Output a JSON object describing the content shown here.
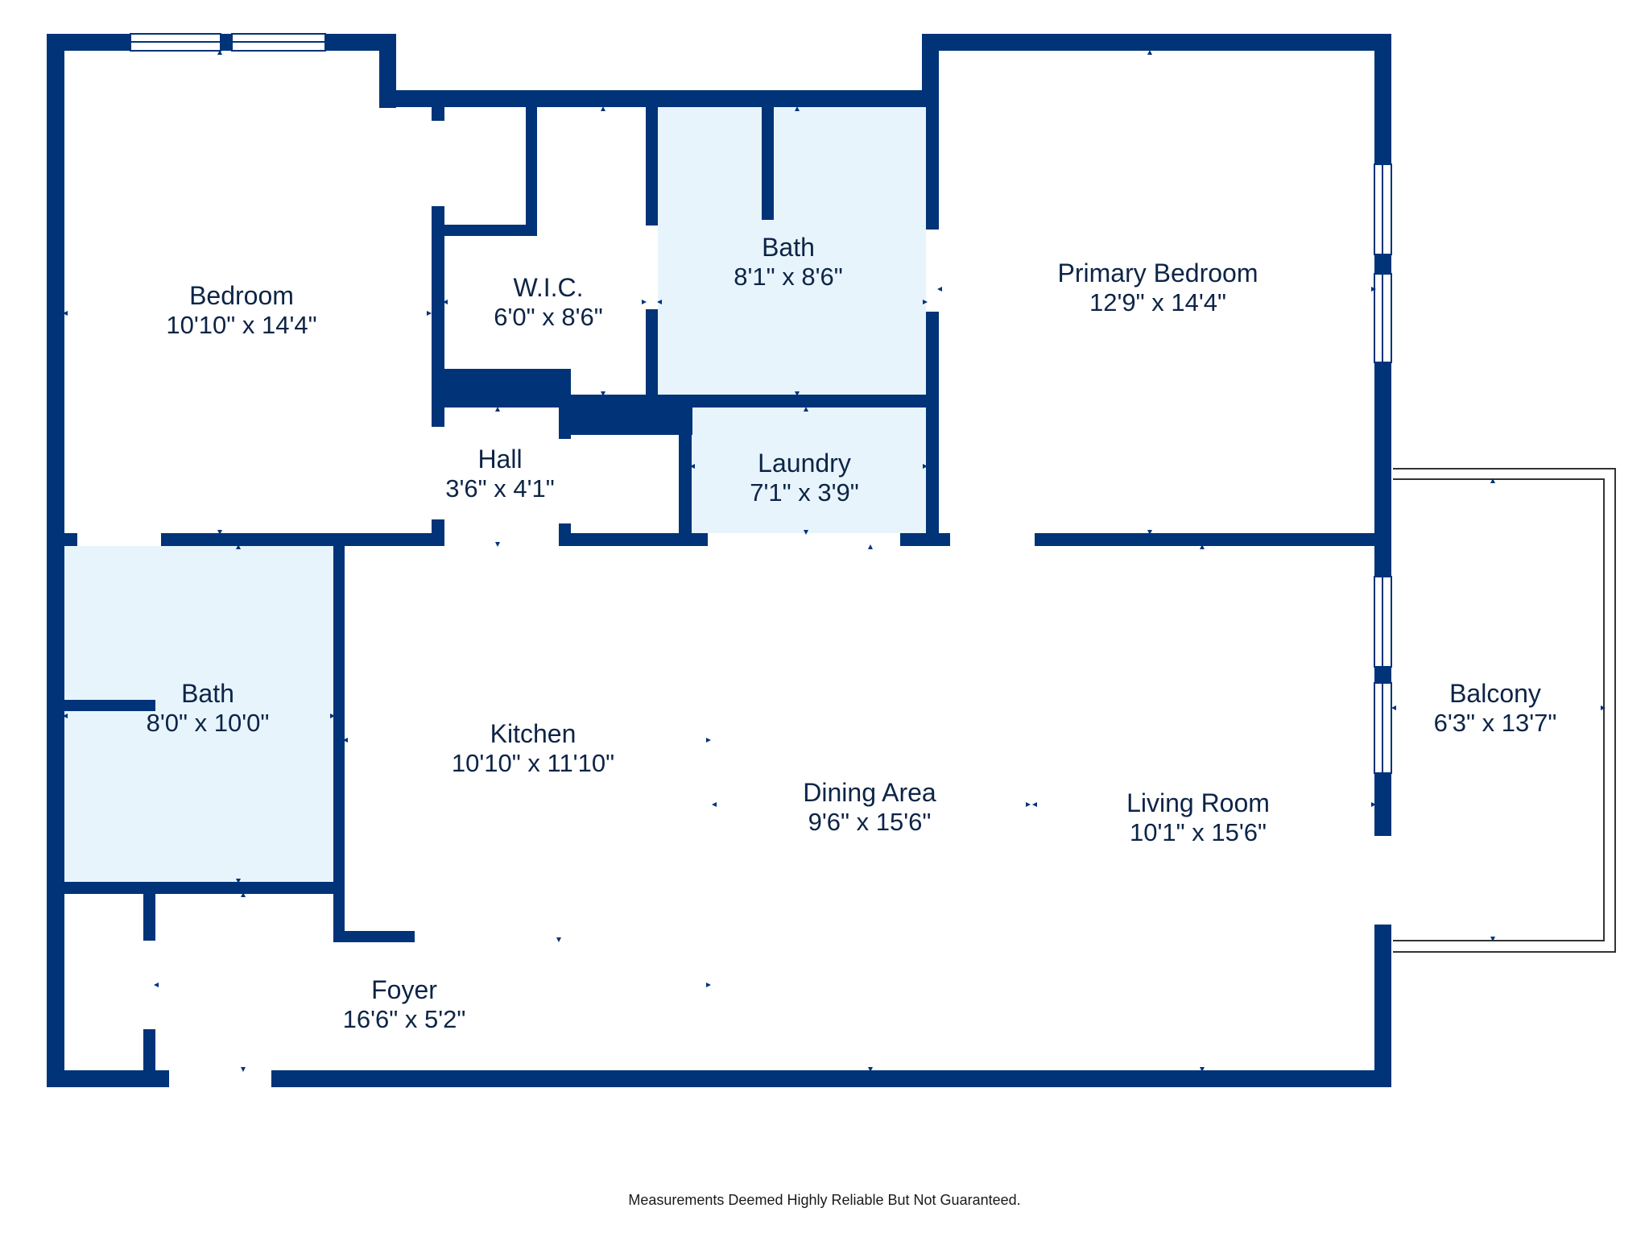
{
  "colors": {
    "wall": "#003378",
    "bath_fill": "#e7f4fc",
    "window_fill": "#ffffff",
    "window_stroke": "#003378",
    "text": "#0d2447"
  },
  "rooms": {
    "bedroom": {
      "name": "Bedroom",
      "dims": "10'10\" x 14'4\""
    },
    "wic": {
      "name": "W.I.C.",
      "dims": "6'0\" x 8'6\""
    },
    "bath_upper": {
      "name": "Bath",
      "dims": "8'1\" x 8'6\""
    },
    "primary": {
      "name": "Primary Bedroom",
      "dims": "12'9\" x 14'4\""
    },
    "hall": {
      "name": "Hall",
      "dims": "3'6\" x 4'1\""
    },
    "laundry": {
      "name": "Laundry",
      "dims": "7'1\" x 3'9\""
    },
    "bath_lower": {
      "name": "Bath",
      "dims": "8'0\" x 10'0\""
    },
    "kitchen": {
      "name": "Kitchen",
      "dims": "10'10\" x 11'10\""
    },
    "dining": {
      "name": "Dining Area",
      "dims": "9'6\" x 15'6\""
    },
    "living": {
      "name": "Living Room",
      "dims": "10'1\" x 15'6\""
    },
    "balcony": {
      "name": "Balcony",
      "dims": "6'3\" x 13'7\""
    },
    "foyer": {
      "name": "Foyer",
      "dims": "16'6\" x 5'2\""
    }
  },
  "footer": {
    "disclaimer": "Measurements Deemed Highly Reliable But Not Guaranteed."
  }
}
